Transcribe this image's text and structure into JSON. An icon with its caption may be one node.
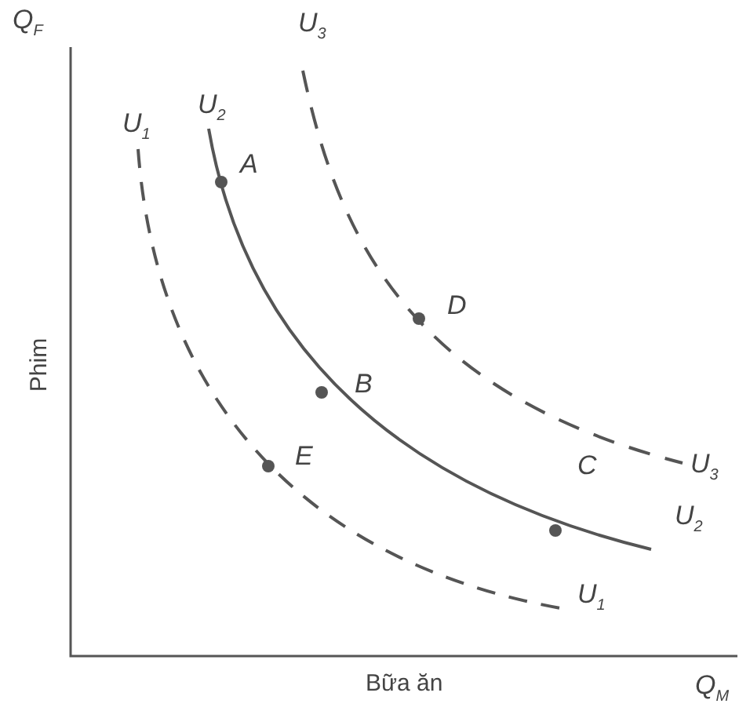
{
  "diagram": {
    "labels": [
      "Q$_{F}$",
      "U$_{3}$",
      "U$_{2}$",
      "U$_{1}$",
      "A",
      "D",
      "Phim",
      "B",
      "E",
      "U$_{3}$",
      "C",
      "U$_{2}$",
      "U$_{1}$",
      "Bữa ăn",
      "Q$_{M}$"
    ]
  }
}
